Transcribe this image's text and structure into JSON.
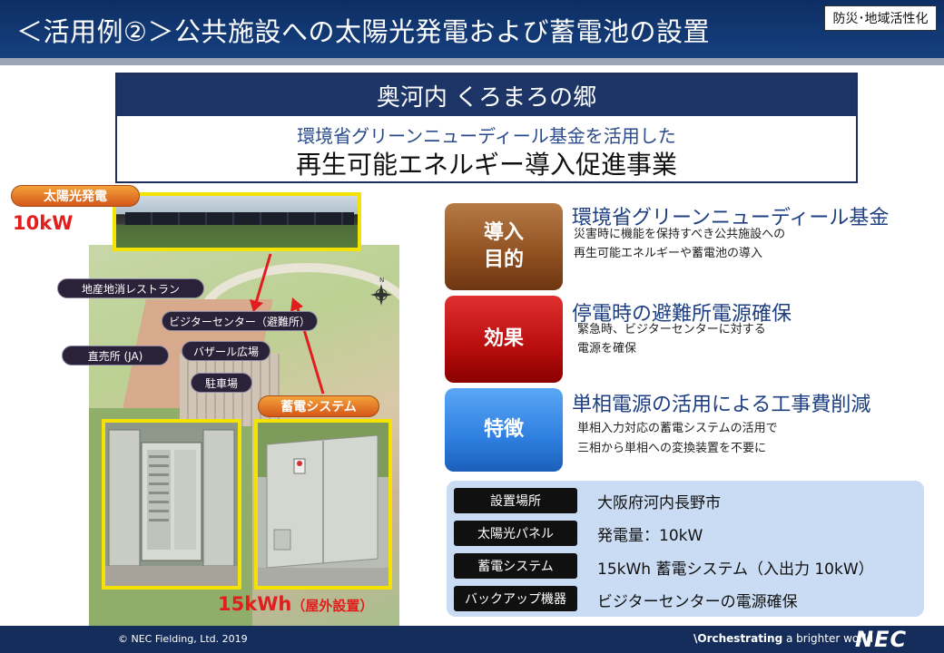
{
  "header": {
    "title": "＜活用例②＞公共施設への太陽光発電および蓄電池の設置",
    "badge": "防災･地域活性化"
  },
  "banner": {
    "top": "奥河内 くろまろの郷",
    "sub": "環境省グリーンニューディール基金を活用した",
    "main": "再生可能エネルギー導入促進事業"
  },
  "map": {
    "solar_label": "太陽光発電",
    "solar_kw": "10kW",
    "storage_label": "蓄電システム",
    "storage_kwh": "15kWh",
    "storage_note": "（屋外設置）",
    "labels": [
      "地産地消レストラン",
      "ビジターセンター（避難所）",
      "直売所 (JA)",
      "バザール広場",
      "駐車場"
    ],
    "compass_letter": "N"
  },
  "cards": [
    {
      "button": "導入\n目的",
      "title": "環境省グリーンニューディール基金",
      "desc1": "災害時に機能を保持すべき公共施設への",
      "desc2": "再生可能エネルギーや蓄電池の導入",
      "color": "#8f4f1f"
    },
    {
      "button": "効果",
      "title": "停電時の避難所電源確保",
      "desc1": "緊急時、ビジターセンターに対する",
      "desc2": "電源を確保",
      "color": "#b80d0d"
    },
    {
      "button": "特徴",
      "title": "単相電源の活用による工事費削減",
      "desc1": "単相入力対応の蓄電システムの活用で",
      "desc2": "三相から単相への変換装置を不要に",
      "color": "#2e7fe0"
    }
  ],
  "spec": [
    {
      "label": "設置場所",
      "value": "大阪府河内長野市"
    },
    {
      "label": "太陽光パネル",
      "value": "発電量：10kW"
    },
    {
      "label": "蓄電システム",
      "value": "15kWh 蓄電システム（入出力 10kW）"
    },
    {
      "label": "バックアップ機器",
      "value": "ビジターセンターの電源確保"
    }
  ],
  "footer": {
    "copyright": "© NEC Fielding, Ltd. 2019",
    "tag_bold": "\\Orchestrating",
    "tag_rest": " a brighter world",
    "logo": "NEC"
  }
}
